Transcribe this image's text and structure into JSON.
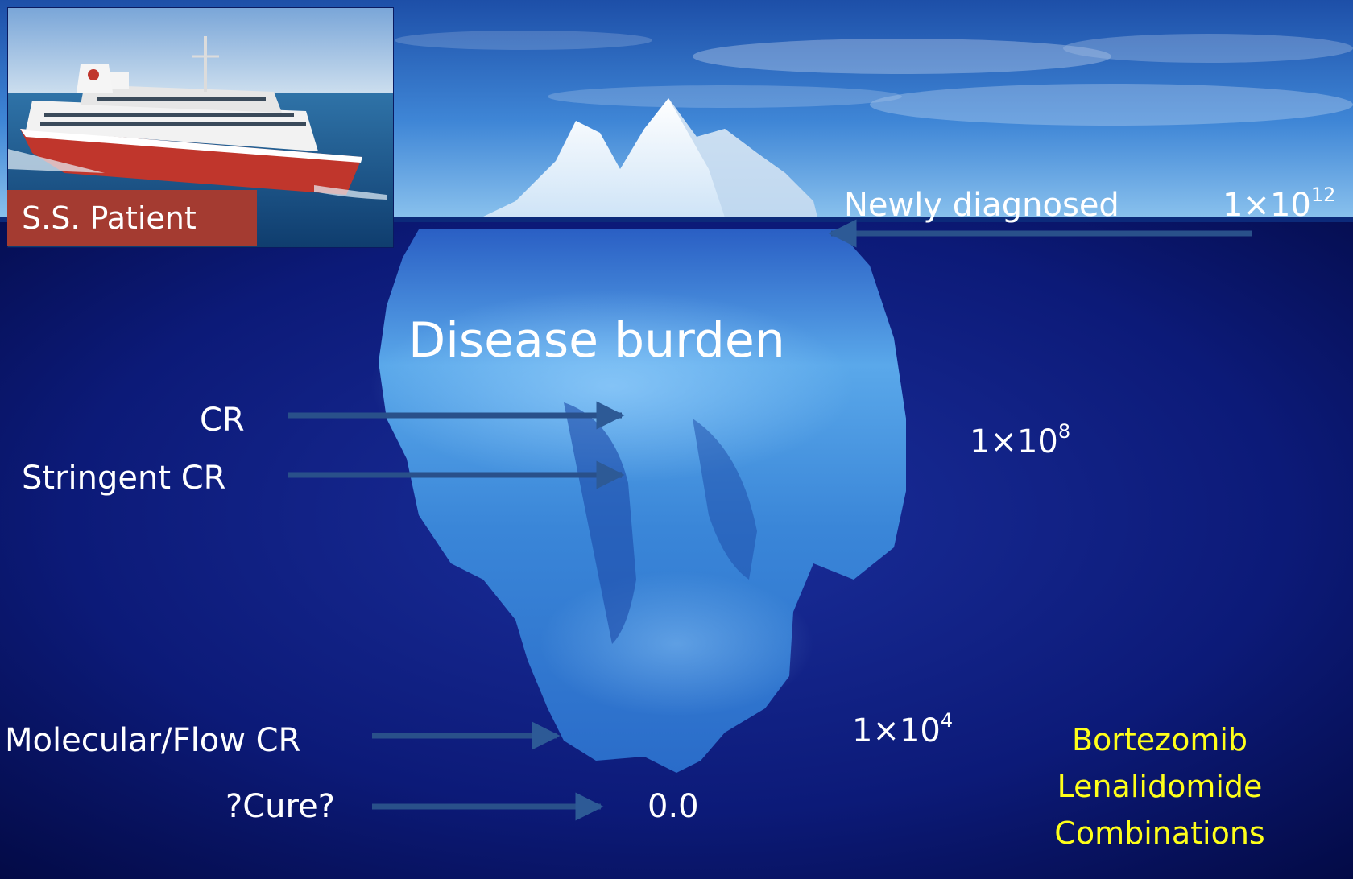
{
  "ship": {
    "label": "S.S. Patient"
  },
  "title": "Disease burden",
  "waterline": {
    "label": "Newly diagnosed",
    "value_base": "1×10",
    "value_exp": "12"
  },
  "levels": [
    {
      "label": "CR"
    },
    {
      "label": "Stringent CR"
    },
    {
      "label": "Molecular/Flow CR"
    },
    {
      "label": "?Cure?"
    }
  ],
  "burden_values": [
    {
      "base": "1×10",
      "exp": "8"
    },
    {
      "base": "1×10",
      "exp": "4"
    },
    {
      "base": "0.0",
      "exp": ""
    }
  ],
  "therapies": [
    "Bortezomib",
    "Lenalidomide",
    "Combinations"
  ],
  "colors": {
    "deep_water": "#06105a",
    "sky": "#3a7fd0",
    "ship_label": "#a43b31",
    "therapy_text": "#ffff1a",
    "arrow": "#29508a"
  }
}
